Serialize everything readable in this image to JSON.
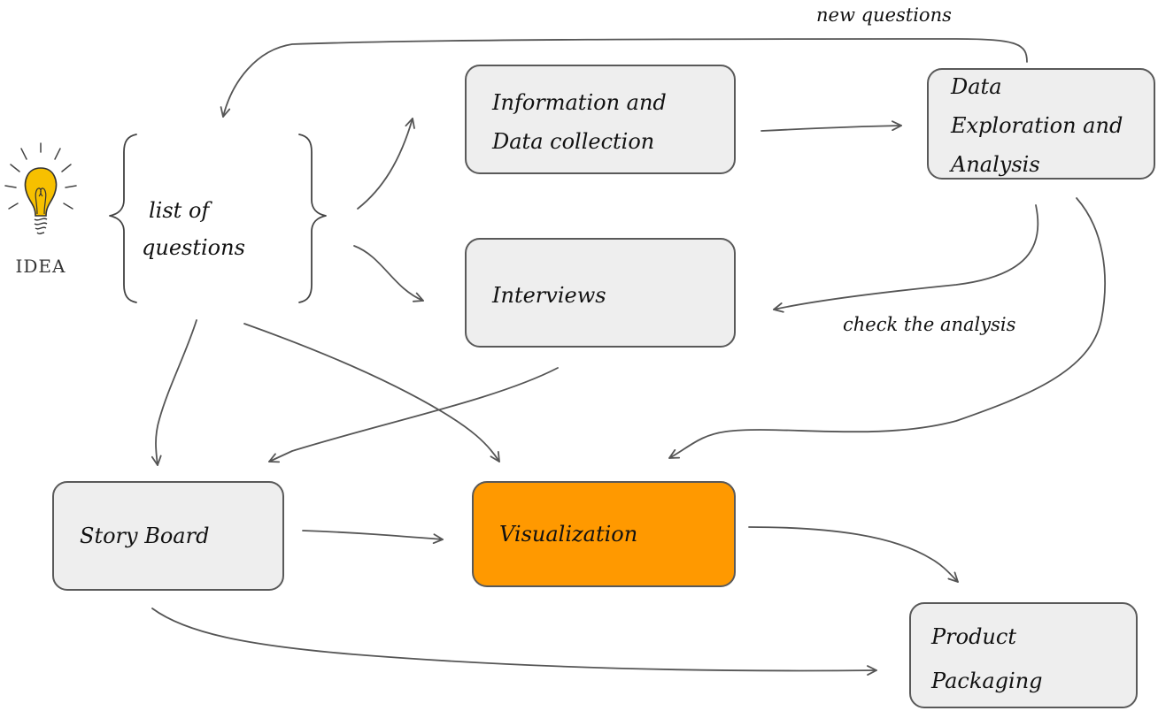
{
  "idea": {
    "label": "IDEA",
    "icon": "lightbulb-icon",
    "bulb_color": "#F7C000"
  },
  "questions": {
    "line1": "list of",
    "line2": "questions"
  },
  "nodes": {
    "info_collection": {
      "line1": "Information and",
      "line2": "Data collection",
      "fill": "#EEEEEE"
    },
    "interviews": {
      "line1": "Interviews",
      "fill": "#EEEEEE"
    },
    "data_exploration": {
      "line1": "Data",
      "line2": "Exploration and",
      "line3": "Analysis",
      "fill": "#EEEEEE"
    },
    "story_board": {
      "line1": "Story Board",
      "fill": "#EEEEEE"
    },
    "visualization": {
      "line1": "Visualization",
      "fill": "#FF9900"
    },
    "product_packaging": {
      "line1": "Product",
      "line2": "Packaging",
      "fill": "#EEEEEE"
    }
  },
  "edge_labels": {
    "new_questions": "new questions",
    "check_analysis": "check the analysis"
  }
}
